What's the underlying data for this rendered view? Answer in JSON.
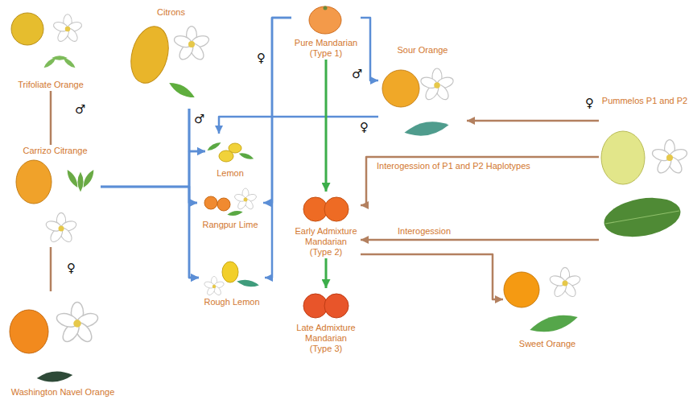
{
  "diagram": {
    "nodes": [
      {
        "text": [
          "Trifoliate Orange"
        ]
      },
      {
        "text": [
          "Citrons"
        ]
      },
      {
        "text": [
          "Pure Mandarian (Type 1)"
        ]
      },
      {
        "text": [
          "Sour Orange"
        ]
      },
      {
        "text": [
          "Pummelos P1 and P2"
        ]
      },
      {
        "text": [
          "Carrizo Citrange"
        ]
      },
      {
        "text": [
          "Lemon"
        ]
      },
      {
        "text": [
          "Rangpur Lime"
        ]
      },
      {
        "text": [
          "Rough Lemon"
        ]
      },
      {
        "text": [
          "Early Admixture Mandarian (Type 2)"
        ]
      },
      {
        "text": [
          "Late Admixture Mandarian (Type 3)"
        ]
      },
      {
        "text": [
          "Sweet Orange"
        ]
      },
      {
        "text": [
          "Washington Navel Orange"
        ]
      }
    ],
    "edges": [
      {
        "from": 0,
        "to": 5,
        "arrow": "none",
        "label": "♂"
      },
      {
        "from": 12,
        "to": 5,
        "arrow": "none",
        "label": "♀"
      },
      {
        "from": 1,
        "to": 6,
        "arrow": "to"
      },
      {
        "from": 1,
        "to": 7,
        "arrow": "to"
      },
      {
        "from": 1,
        "to": 8,
        "arrow": "to"
      },
      {
        "from": 5,
        "to": 6,
        "arrow": "to"
      },
      {
        "from": 5,
        "to": 7,
        "arrow": "to"
      },
      {
        "from": 5,
        "to": 8,
        "arrow": "to"
      },
      {
        "from": 2,
        "to": 3,
        "arrow": "to",
        "label": "♂"
      },
      {
        "from": 2,
        "to": 7,
        "arrow": "to"
      },
      {
        "from": 2,
        "to": 8,
        "arrow": "to"
      },
      {
        "from": 3,
        "to": 6,
        "arrow": "to",
        "label": "♀"
      },
      {
        "from": 4,
        "to": 3,
        "arrow": "to",
        "label": "♀"
      },
      {
        "from": 2,
        "to": 9,
        "arrow": "to"
      },
      {
        "from": 4,
        "to": 9,
        "arrow": "to",
        "label": "Interogession of P1 and P2 Haplotypes"
      },
      {
        "from": 9,
        "to": 10,
        "arrow": "to"
      },
      {
        "from": 4,
        "to": 9,
        "arrow": "to",
        "label": "Interogession"
      },
      {
        "from": 9,
        "to": 11,
        "arrow": "to"
      }
    ],
    "labels": [
      "♂",
      "♀"
    ]
  }
}
